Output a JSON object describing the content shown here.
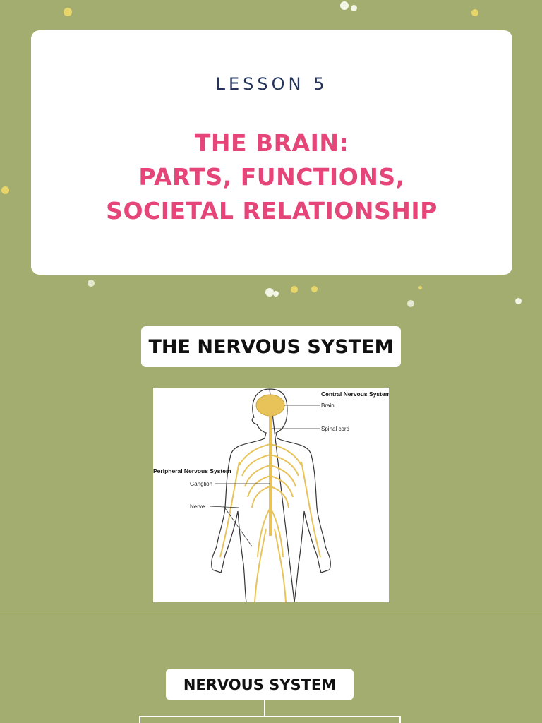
{
  "lesson": "LESSON 5",
  "title_lines": [
    "THE BRAIN:",
    "PARTS, FUNCTIONS,",
    "SOCIETAL RELATIONSHIP"
  ],
  "section_heading": "THE NERVOUS SYSTEM",
  "diagram": {
    "central_heading": "Central Nervous System",
    "brain": "Brain",
    "spinal_cord": "Spinal cord",
    "peripheral_heading": "Peripheral Nervous System",
    "ganglion": "Ganglion",
    "nerve": "Nerve"
  },
  "tree_root": "NERVOUS SYSTEM",
  "colors": {
    "background": "#a3ad6f",
    "title": "#e6457a",
    "lesson": "#23335a",
    "nerve": "#e8c35a"
  }
}
